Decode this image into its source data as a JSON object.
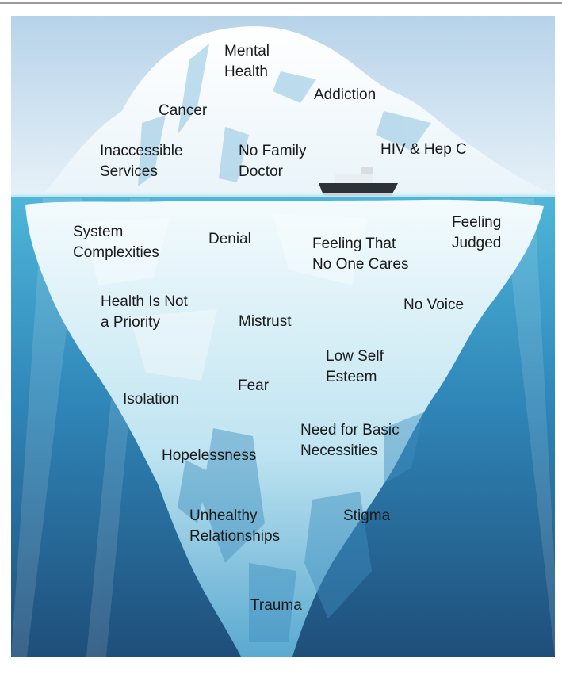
{
  "labels": {
    "mental_health": "Mental\nHealth",
    "addiction": "Addiction",
    "cancer": "Cancer",
    "hiv_hep_c": "HIV & Hep C",
    "inaccessible_services": "Inaccessible\nServices",
    "no_family_doctor": "No Family\nDoctor",
    "system_complexities": "System\nComplexities",
    "denial": "Denial",
    "feeling_no_one_cares": "Feeling That\nNo One Cares",
    "feeling_judged": "Feeling\nJudged",
    "health_not_priority": "Health Is Not\na Priority",
    "mistrust": "Mistrust",
    "no_voice": "No Voice",
    "low_self_esteem": "Low Self\nEsteem",
    "fear": "Fear",
    "isolation": "Isolation",
    "need_basic_necessities": "Need for Basic\nNecessities",
    "hopelessness": "Hopelessness",
    "unhealthy_relationships": "Unhealthy\nRelationships",
    "stigma": "Stigma",
    "trauma": "Trauma"
  },
  "colors": {
    "sky_top": "#b7d3e9",
    "sky_bottom": "#e6f1f8",
    "water_top": "#4fb6d9",
    "water_bottom": "#1f4e7a",
    "ice_light": "#f4fbfd",
    "ice_shadow": "#7fbcdb",
    "ice_deep": "#3f8fbf"
  }
}
